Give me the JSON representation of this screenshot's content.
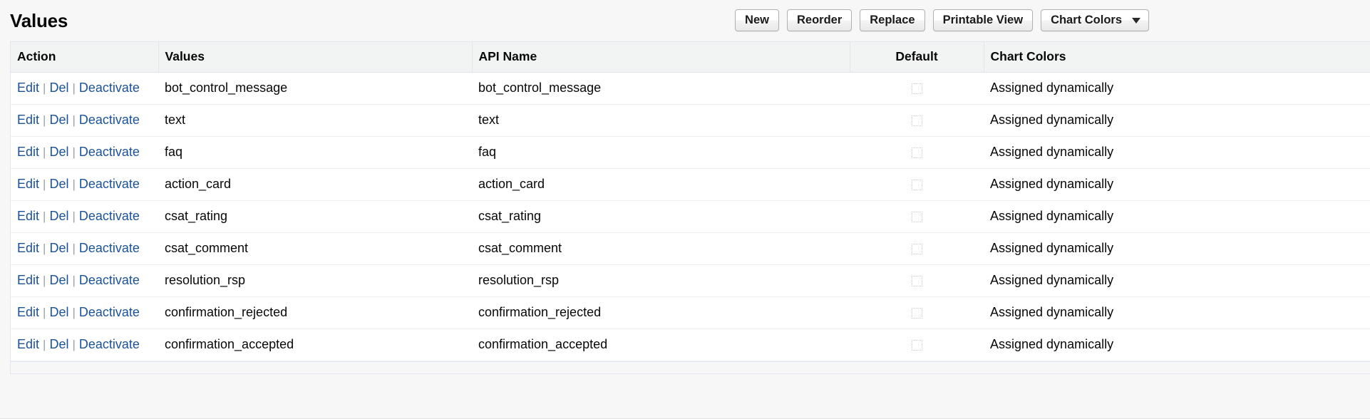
{
  "header": {
    "title": "Values"
  },
  "toolbar": {
    "new_label": "New",
    "reorder_label": "Reorder",
    "replace_label": "Replace",
    "printable_view_label": "Printable View",
    "chart_colors_label": "Chart Colors"
  },
  "table": {
    "columns": [
      {
        "key": "action",
        "label": "Action"
      },
      {
        "key": "values",
        "label": "Values"
      },
      {
        "key": "api",
        "label": "API Name"
      },
      {
        "key": "default",
        "label": "Default"
      },
      {
        "key": "chart",
        "label": "Chart Colors"
      }
    ],
    "actions": {
      "edit_label": "Edit",
      "del_label": "Del",
      "deactivate_label": "Deactivate",
      "separator": "|"
    },
    "rows": [
      {
        "value": "bot_control_message",
        "api_name": "bot_control_message",
        "default": false,
        "chart_color": "Assigned dynamically"
      },
      {
        "value": "text",
        "api_name": "text",
        "default": false,
        "chart_color": "Assigned dynamically"
      },
      {
        "value": "faq",
        "api_name": "faq",
        "default": false,
        "chart_color": "Assigned dynamically"
      },
      {
        "value": "action_card",
        "api_name": "action_card",
        "default": false,
        "chart_color": "Assigned dynamically"
      },
      {
        "value": "csat_rating",
        "api_name": "csat_rating",
        "default": false,
        "chart_color": "Assigned dynamically"
      },
      {
        "value": "csat_comment",
        "api_name": "csat_comment",
        "default": false,
        "chart_color": "Assigned dynamically"
      },
      {
        "value": "resolution_rsp",
        "api_name": "resolution_rsp",
        "default": false,
        "chart_color": "Assigned dynamically"
      },
      {
        "value": "confirmation_rejected",
        "api_name": "confirmation_rejected",
        "default": false,
        "chart_color": "Assigned dynamically"
      },
      {
        "value": "confirmation_accepted",
        "api_name": "confirmation_accepted",
        "default": false,
        "chart_color": "Assigned dynamically"
      }
    ]
  },
  "colors": {
    "link": "#1b5297",
    "header_bg": "#f2f3f3",
    "page_bg": "#f7f7f7",
    "border": "#e0e5ee",
    "text": "#080707"
  }
}
